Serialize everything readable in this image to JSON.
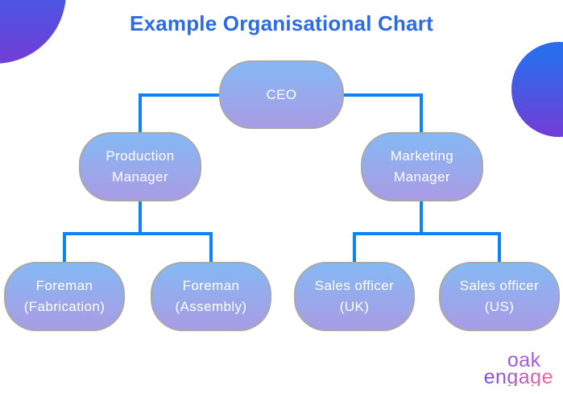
{
  "title": "Example Organisational Chart",
  "org": {
    "ceo": {
      "line1": "CEO",
      "line2": ""
    },
    "production_manager": {
      "line1": "Production",
      "line2": "Manager"
    },
    "marketing_manager": {
      "line1": "Marketing",
      "line2": "Manager"
    },
    "foreman_fabrication": {
      "line1": "Foreman",
      "line2": "(Fabrication)"
    },
    "foreman_assembly": {
      "line1": "Foreman",
      "line2": "(Assembly)"
    },
    "sales_officer_uk": {
      "line1": "Sales officer",
      "line2": "(UK)"
    },
    "sales_officer_us": {
      "line1": "Sales officer",
      "line2": "(US)"
    }
  },
  "edges": [
    {
      "from": "CEO",
      "to": "Production Manager"
    },
    {
      "from": "CEO",
      "to": "Marketing Manager"
    },
    {
      "from": "Production Manager",
      "to": "Foreman (Fabrication)"
    },
    {
      "from": "Production Manager",
      "to": "Foreman (Assembly)"
    },
    {
      "from": "Marketing Manager",
      "to": "Sales officer (UK)"
    },
    {
      "from": "Marketing Manager",
      "to": "Sales officer (US)"
    }
  ],
  "logo": {
    "line1": "oak",
    "line2": "engage"
  },
  "colors": {
    "background": "#ffffff",
    "title_text": "#2d6be5",
    "connector": "#0c84f8",
    "node_gradient_top": "#85b9f4",
    "node_gradient_bottom": "#a99be4",
    "node_border": "#a8a8a8",
    "node_text": "#ffffff",
    "decor_gradient_top": "#2b6cec",
    "decor_gradient_bottom": "#6f3fd8",
    "logo_gradient_left": "#7450e6",
    "logo_gradient_right": "#f2679f"
  }
}
